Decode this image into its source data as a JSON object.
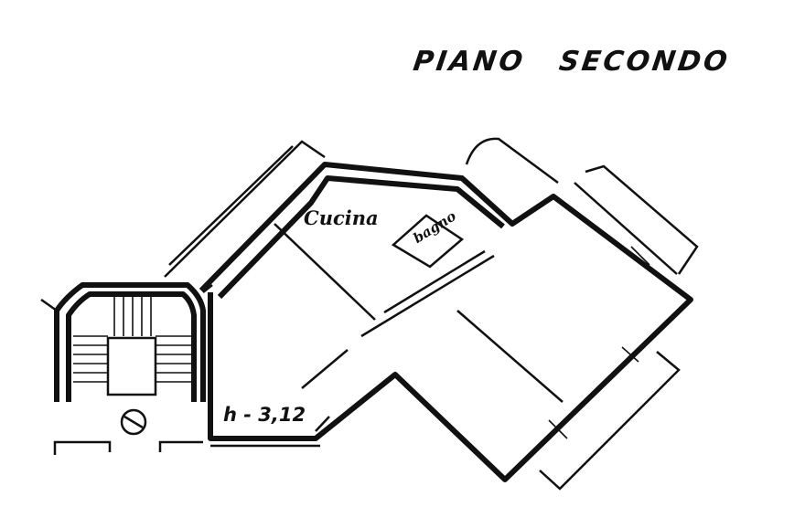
{
  "title": "PIANO SECONDO",
  "rooms": {
    "kitchen": "Cucina",
    "bathroom": "bagno"
  },
  "ceiling_height": "h - 3,12"
}
